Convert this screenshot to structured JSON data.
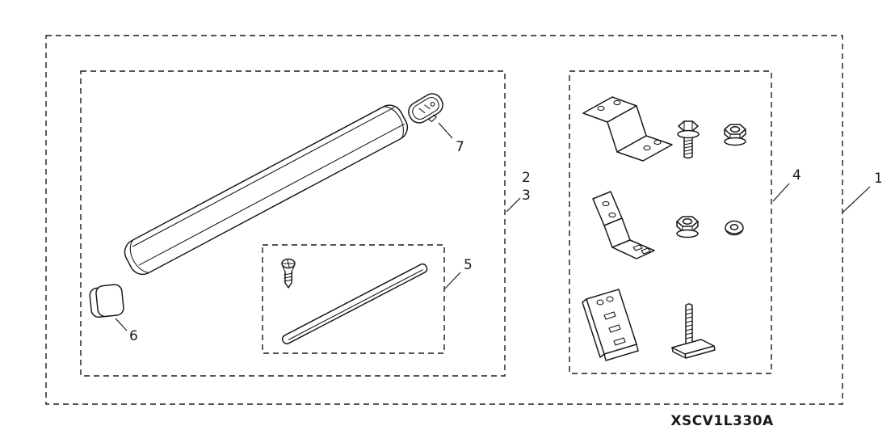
{
  "colors": {
    "line": "#1a1a1a",
    "background": "#ffffff"
  },
  "diagram": {
    "part_code": "XSCV1L330A",
    "callouts": {
      "c1": "1",
      "c2": "2",
      "c3": "3",
      "c4": "4",
      "c5": "5",
      "c6": "6",
      "c7": "7"
    },
    "parts": [
      {
        "callout": "1",
        "icon": "kit-boundary-outline"
      },
      {
        "callout": "2",
        "icon": "side-step-bar"
      },
      {
        "callout": "3",
        "icon": "side-step-bar"
      },
      {
        "callout": "4",
        "icon": "hardware-kit-box"
      },
      {
        "callout": "5",
        "icon": "trim-strip-and-screw-box"
      },
      {
        "callout": "6",
        "icon": "end-cap"
      },
      {
        "callout": "7",
        "icon": "garnish-cap"
      }
    ]
  }
}
